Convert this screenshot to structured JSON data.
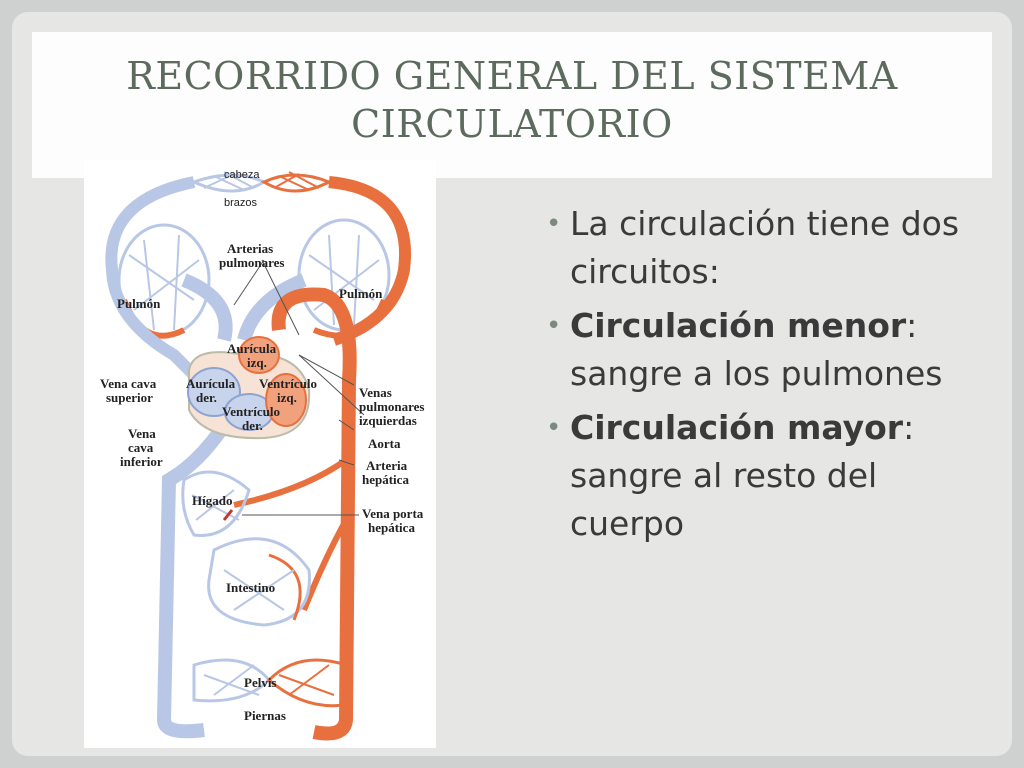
{
  "slide": {
    "title_line1": "RECORRIDO GENERAL DEL SISTEMA",
    "title_line2": "CIRCULATORIO"
  },
  "bullets": [
    {
      "bold": "",
      "text": "La circulación tiene dos circuitos:"
    },
    {
      "bold": "Circulación menor",
      "text": ": sangre a los pulmones"
    },
    {
      "bold": "Circulación mayor",
      "text": ": sangre al resto del cuerpo"
    }
  ],
  "diagram": {
    "labels": {
      "cabeza": "cabeza",
      "brazos": "brazos",
      "arterias": "Arterias",
      "pulmonares": "pulmonares",
      "pulmon_left": "Pulmón",
      "pulmon_right": "Pulmón",
      "auricula_izq_1": "Aurícula",
      "auricula_izq_2": "izq.",
      "auricula_der_1": "Aurícula",
      "auricula_der_2": "der.",
      "ventriculo_izq_1": "Ventrículo",
      "ventriculo_izq_2": "izq.",
      "ventriculo_der_1": "Ventrículo",
      "ventriculo_der_2": "der.",
      "vena_cava_sup_1": "Vena cava",
      "vena_cava_sup_2": "superior",
      "venas_pulm_1": "Venas",
      "venas_pulm_2": "pulmonares",
      "venas_pulm_3": "izquierdas",
      "vena_cava_inf_1": "Vena",
      "vena_cava_inf_2": "cava",
      "vena_cava_inf_3": "inferior",
      "aorta": "Aorta",
      "arteria_hep_1": "Arteria",
      "arteria_hep_2": "hepática",
      "higado": "Hígado",
      "vena_porta_1": "Vena porta",
      "vena_porta_2": "hepática",
      "intestino": "Intestino",
      "pelvis": "Pelvis",
      "piernas": "Piernas"
    },
    "colors": {
      "artery": "#e8703e",
      "vein": "#b9c7e6",
      "vein_stroke": "#8ea3cf",
      "heart_bg": "#f7e3d6"
    }
  }
}
